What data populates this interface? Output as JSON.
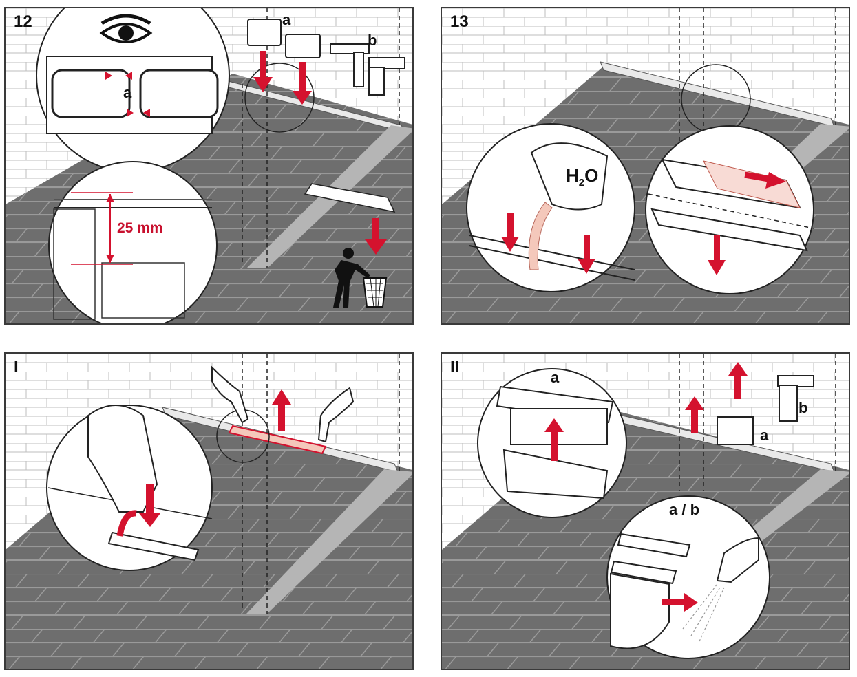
{
  "panels": [
    {
      "step": "12",
      "labels": {
        "a_top": "a",
        "b_top": "b",
        "a_zoom": "a",
        "measure": "25 mm"
      }
    },
    {
      "step": "13",
      "labels": {
        "water": "H",
        "water_sub": "2",
        "water_end": "O"
      }
    },
    {
      "step": "I",
      "labels": {}
    },
    {
      "step": "II",
      "labels": {
        "a_zoom": "a",
        "a_scene": "a",
        "b_scene": "b",
        "ab_zoom": "a / b"
      }
    }
  ],
  "colors": {
    "tile": "#6e6e6e",
    "grout": "#a9a9a9",
    "wall": "#ffffff",
    "line": "#5a5a5a",
    "accent": "#d4122e",
    "outline": "#222222"
  },
  "icons": [
    "eye-icon",
    "trash-bin-icon",
    "person-icon",
    "faucet-icon",
    "water-cup-icon",
    "hand-icon"
  ]
}
